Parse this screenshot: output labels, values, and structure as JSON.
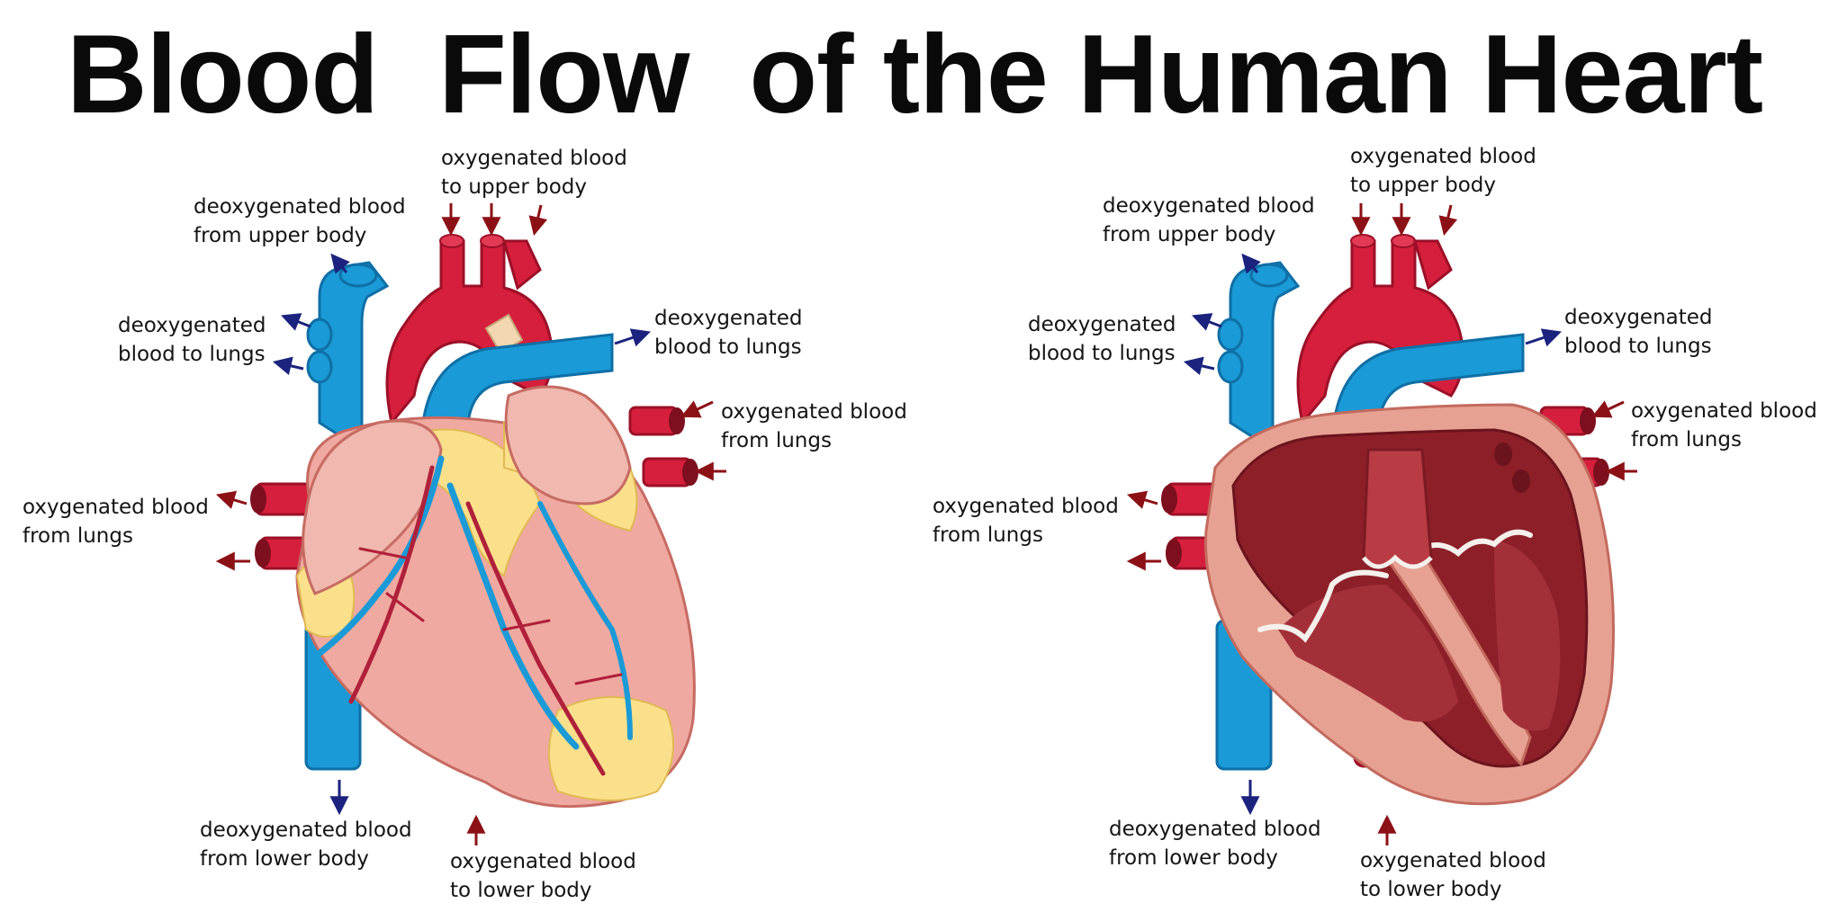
{
  "title": "Blood  Flow  of the Human Heart",
  "colors": {
    "vein_blue": "#1a9ad6",
    "artery_red": "#d61f3d",
    "muscle_pink": "#f0a9a0",
    "interior_dark": "#8d1f29",
    "fat_yellow": "#fbe08b",
    "arrow_blue": "#1b237e",
    "arrow_red": "#8c1116"
  },
  "labels": {
    "left": {
      "upper_oxy": [
        "oxygenated blood",
        "to upper body"
      ],
      "upper_deoxy": [
        "deoxygenated blood",
        "from upper body"
      ],
      "deoxy_lungs_left": [
        "deoxygenated",
        "blood to lungs"
      ],
      "deoxy_lungs_right": [
        "deoxygenated",
        "blood to lungs"
      ],
      "oxy_lungs_right": [
        "oxygenated blood",
        "from lungs"
      ],
      "oxy_lungs_left": [
        "oxygenated blood",
        "from lungs"
      ],
      "deoxy_lower": [
        "deoxygenated blood",
        "from lower body"
      ],
      "oxy_lower": [
        "oxygenated blood",
        "to lower body"
      ]
    },
    "right": {
      "upper_oxy": [
        "oxygenated blood",
        "to upper body"
      ],
      "upper_deoxy": [
        "deoxygenated blood",
        "from upper body"
      ],
      "deoxy_lungs_left": [
        "deoxygenated",
        "blood to lungs"
      ],
      "deoxy_lungs_right": [
        "deoxygenated",
        "blood to lungs"
      ],
      "oxy_lungs_right": [
        "oxygenated blood",
        "from lungs"
      ],
      "oxy_lungs_left": [
        "oxygenated blood",
        "from lungs"
      ],
      "deoxy_lower": [
        "deoxygenated blood",
        "from lower body"
      ],
      "oxy_lower": [
        "oxygenated blood",
        "to lower body"
      ]
    }
  }
}
